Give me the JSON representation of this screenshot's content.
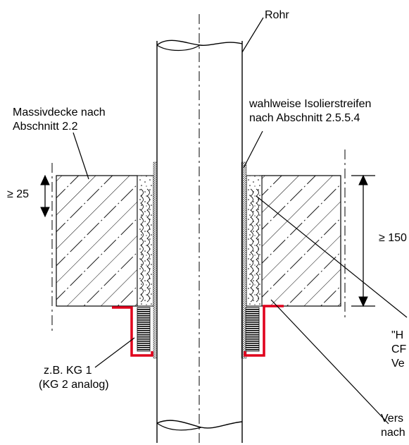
{
  "labels": {
    "rohr": "Rohr",
    "massivdecke_line1": "Massivdecke nach",
    "massivdecke_line2": "Abschnitt 2.2",
    "isolier_line1": "wahlweise Isolierstreifen",
    "isolier_line2": "nach Abschnitt 2.5.5.4",
    "dim_25": "≥ 25",
    "dim_150": "≥ 150",
    "kg_line1": "z.B. KG 1",
    "kg_line2": "(KG 2 analog)",
    "cut_h_line1": "\"H",
    "cut_h_line2": "CF",
    "cut_h_line3": "Ve",
    "cut_vers_line1": "Vers",
    "cut_vers_line2": "nach"
  },
  "colors": {
    "line": "#000000",
    "collar": "#e0001b",
    "background": "#ffffff"
  }
}
